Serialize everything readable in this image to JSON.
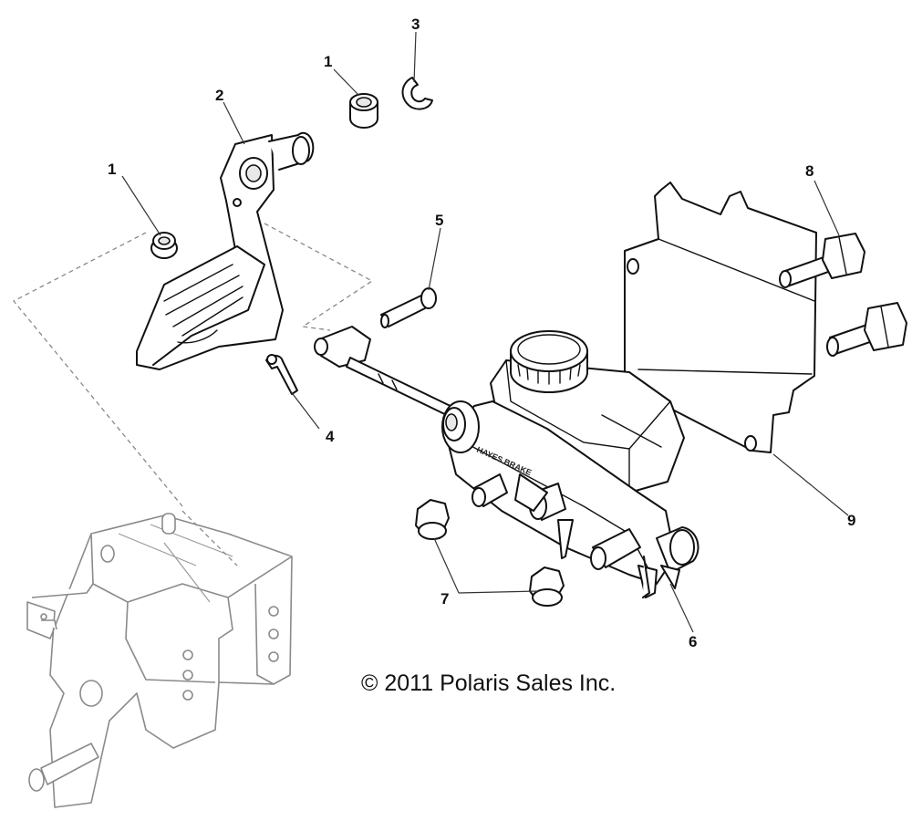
{
  "diagram": {
    "callouts": [
      {
        "id": "c1a",
        "label": "1"
      },
      {
        "id": "c1b",
        "label": "1"
      },
      {
        "id": "c2",
        "label": "2"
      },
      {
        "id": "c3",
        "label": "3"
      },
      {
        "id": "c4",
        "label": "4"
      },
      {
        "id": "c5",
        "label": "5"
      },
      {
        "id": "c6",
        "label": "6"
      },
      {
        "id": "c7",
        "label": "7"
      },
      {
        "id": "c8",
        "label": "8"
      },
      {
        "id": "c9",
        "label": "9"
      }
    ],
    "master_cylinder_brand": "HAYES BRAKE",
    "copyright": "© 2011 Polaris Sales Inc."
  }
}
